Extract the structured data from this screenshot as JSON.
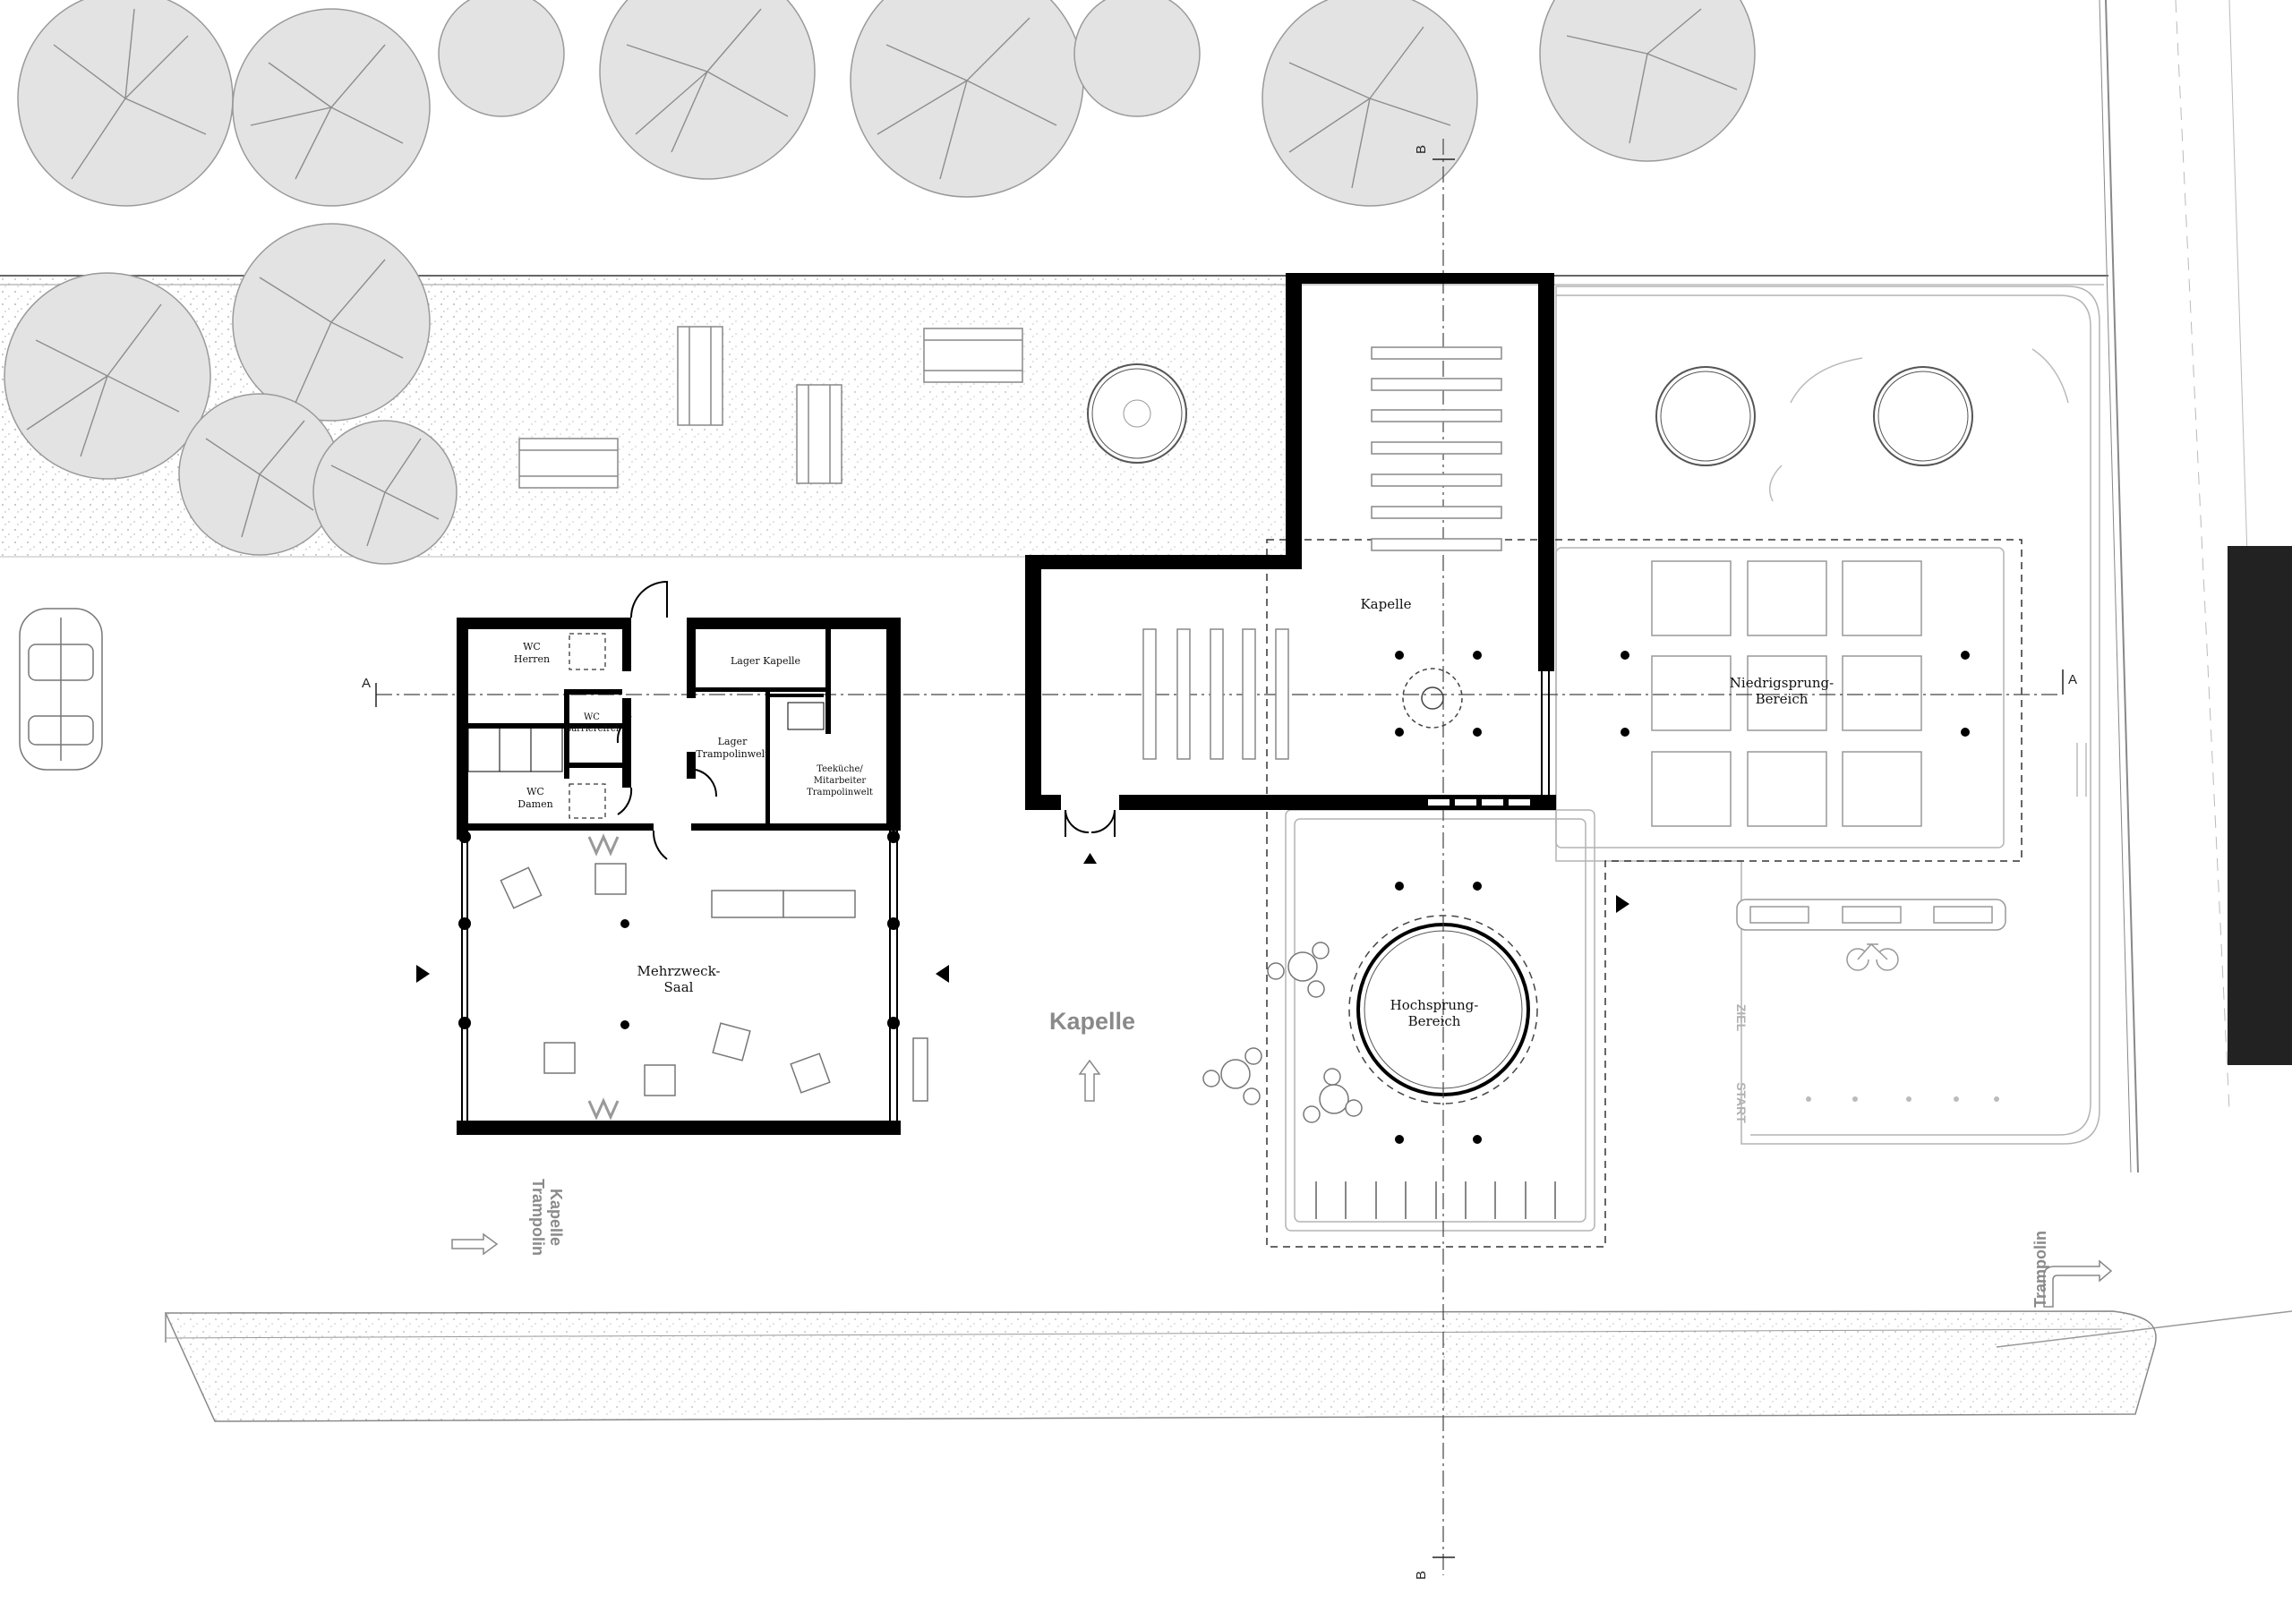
{
  "rooms": {
    "wc_herren": [
      "WC",
      "Herren"
    ],
    "wc_barrierefrei": [
      "WC",
      "Barrierefrei"
    ],
    "wc_damen": [
      "WC",
      "Damen"
    ],
    "lager_kapelle": "Lager Kapelle",
    "lager_trampolinwelt": [
      "Lager",
      "Trampolinwelt"
    ],
    "teekueche": [
      "Teeküche/",
      "Mitarbeiter",
      "Trampolinwelt"
    ],
    "mehrzweck_saal": [
      "Mehrzweck-",
      "Saal"
    ],
    "kapelle": "Kapelle",
    "niedrigsprung": [
      "Niedrigsprung-",
      "Bereich"
    ],
    "hochsprung": [
      "Hochsprung-",
      "Bereich"
    ]
  },
  "signs": {
    "kapelle_big": "Kapelle",
    "kapelle_trampolin": [
      "Kapelle",
      "Trampolin"
    ],
    "trampolin": "Trampolin",
    "ziel": "ZIEL",
    "start": "START"
  },
  "section_marks": {
    "a": "A",
    "b": "B"
  },
  "colors": {
    "wall": "#000000",
    "tree_fill": "#e3e3e3",
    "tree_line": "#9a9a9a",
    "hatch": "#bdbdbd",
    "faint_line": "#a8a8a8"
  }
}
